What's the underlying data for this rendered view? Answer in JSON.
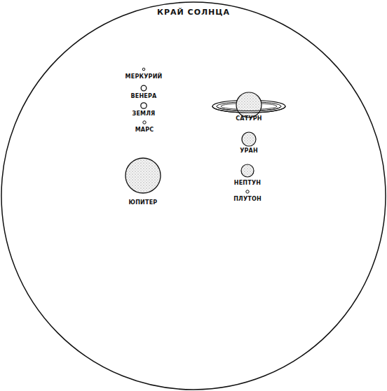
{
  "diagram": {
    "labels": [
      "КРАЙ СОЛНЦА",
      "МЕРКУРИЙ",
      "ВЕНЕРА",
      "ЗЕМЛЯ",
      "МАРС",
      "ЮПИТЕР",
      "САТУРН",
      "УРАН",
      "НЕПТУН",
      "ПЛУТОН"
    ]
  }
}
